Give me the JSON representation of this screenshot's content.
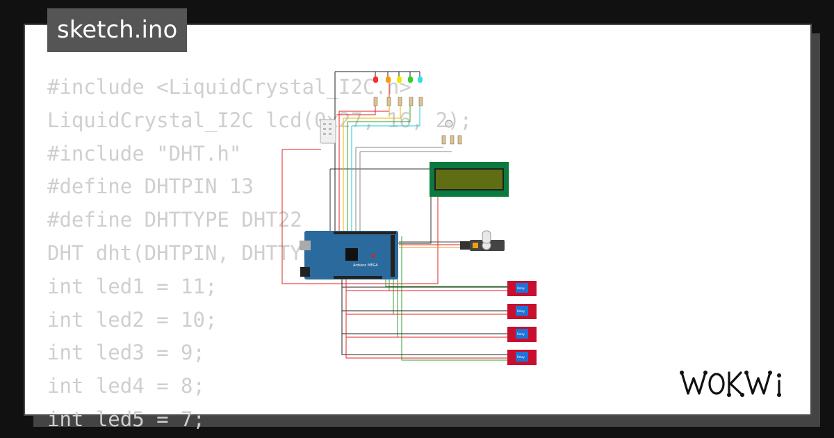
{
  "tab": {
    "title": "sketch.ino"
  },
  "code_lines": [
    "#include <LiquidCrystal_I2C.h>",
    "LiquidCrystal_I2C lcd(0x27, 16, 2);",
    "#include \"DHT.h\"",
    "#define DHTPIN 13",
    "#define DHTTYPE DHT22",
    "DHT dht(DHTPIN, DHTTYPE);",
    "int led1 = 11;",
    "int led2 = 10;",
    "int led3 = 9;",
    "int led4 = 8;",
    "int led5 = 7;"
  ],
  "board": {
    "label": "Arduino MEGA"
  },
  "relays": {
    "label": "Relay"
  },
  "logo": {
    "text": "WOKWI",
    "icon": "wokwi-logo"
  },
  "colors": {
    "background": "#111111",
    "card": "#ffffff",
    "tab": "#555555",
    "code": "#cfcfcf",
    "board": "#2b6a9c",
    "lcd_pcb": "#0a7a3e",
    "lcd_screen": "#5f6e12",
    "relay_pcb": "#c8102e",
    "relay_cube": "#1e73d8",
    "led_colors": [
      "#ff2a2a",
      "#ff9a00",
      "#f2e600",
      "#2ed12e",
      "#2ee0e8"
    ]
  }
}
